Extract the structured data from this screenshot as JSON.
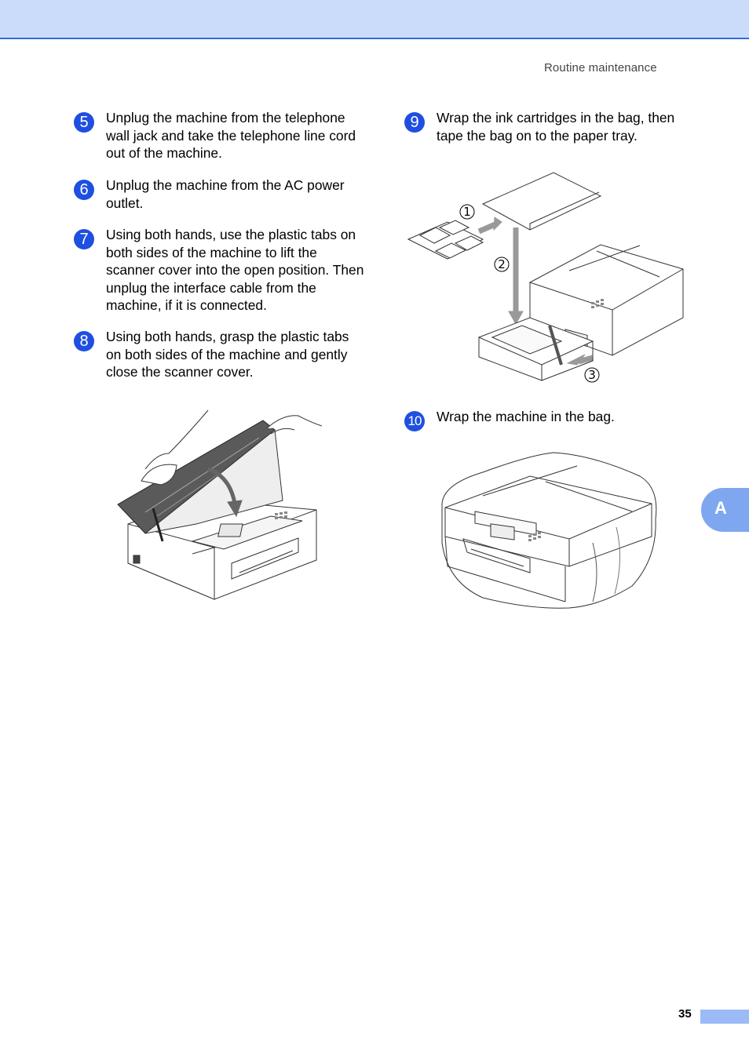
{
  "header": {
    "running_head": "Routine maintenance"
  },
  "steps": [
    {
      "number": "5",
      "text": "Unplug the machine from the telephone wall jack and take the telephone line cord out of the machine."
    },
    {
      "number": "6",
      "text": "Unplug the machine from the AC power outlet."
    },
    {
      "number": "7",
      "text": "Using both hands, use the plastic tabs on both sides of the machine to lift the scanner cover into the open position. Then unplug the interface cable from the machine, if it is connected."
    },
    {
      "number": "8",
      "text": "Using both hands, grasp the plastic tabs on both sides of the machine and gently close the scanner cover."
    },
    {
      "number": "9",
      "text": "Wrap the ink cartridges in the bag, then tape the bag on to the paper tray."
    },
    {
      "number": "10",
      "text": "Wrap the machine in the bag."
    }
  ],
  "figure_packing": {
    "callouts": [
      "1",
      "2",
      "3"
    ]
  },
  "side_tab": {
    "label": "A"
  },
  "footer": {
    "page_number": "35"
  }
}
